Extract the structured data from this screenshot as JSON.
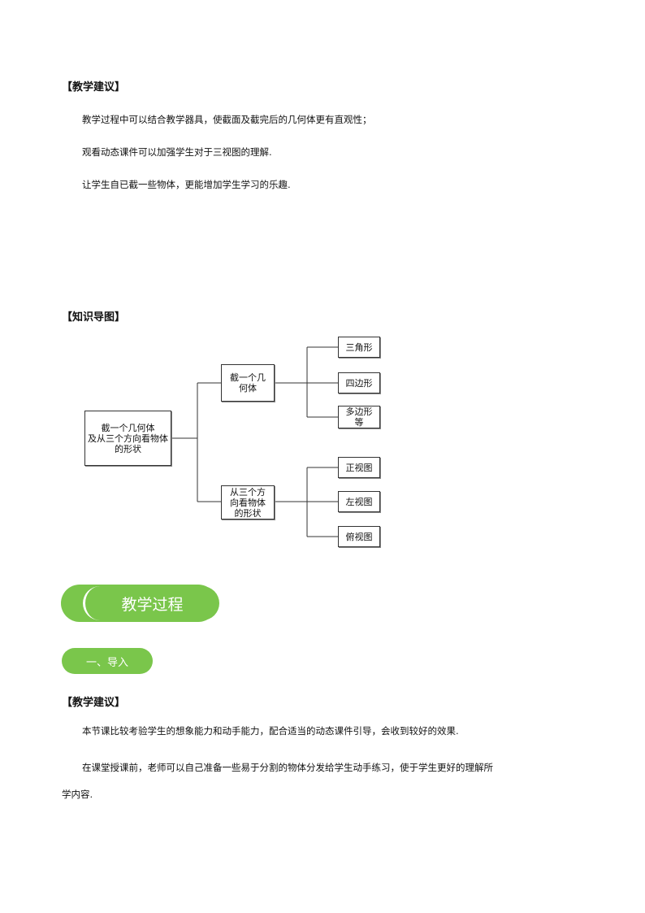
{
  "section1": {
    "heading": "【教学建议】",
    "lines": [
      "教学过程中可以结合教学器具，使截面及截完后的几何体更有直观性；",
      "观看动态课件可以加强学生对于三视图的理解.",
      "让学生自已截一些物体，更能增加学生学习的乐趣."
    ]
  },
  "section2": {
    "heading": "【知识导图】",
    "root": "截一个几何体\n及从三个方向看物体的形状",
    "branch1": "截一个几\n何体",
    "branch2": "从三个方\n向看物体\n的形状",
    "leaves1": [
      "三角形",
      "四边形",
      "多边形\n等"
    ],
    "leaves2": [
      "正视图",
      "左视图",
      "俯视图"
    ]
  },
  "banner": {
    "title": "教学过程"
  },
  "subsection": {
    "label": "一、导入"
  },
  "section3": {
    "heading": "【教学建议】",
    "para1": "本节课比较考验学生的想象能力和动手能力，配合适当的动态课件引导，会收到较好的效果.",
    "para2_line1": "在课堂授课前，老师可以自己准备一些易于分割的物体分发给学生动手练习，使于学生更好的理解所",
    "para2_line2": "学内容."
  },
  "colors": {
    "accent_green": "#7ac64b",
    "text": "#111111"
  }
}
